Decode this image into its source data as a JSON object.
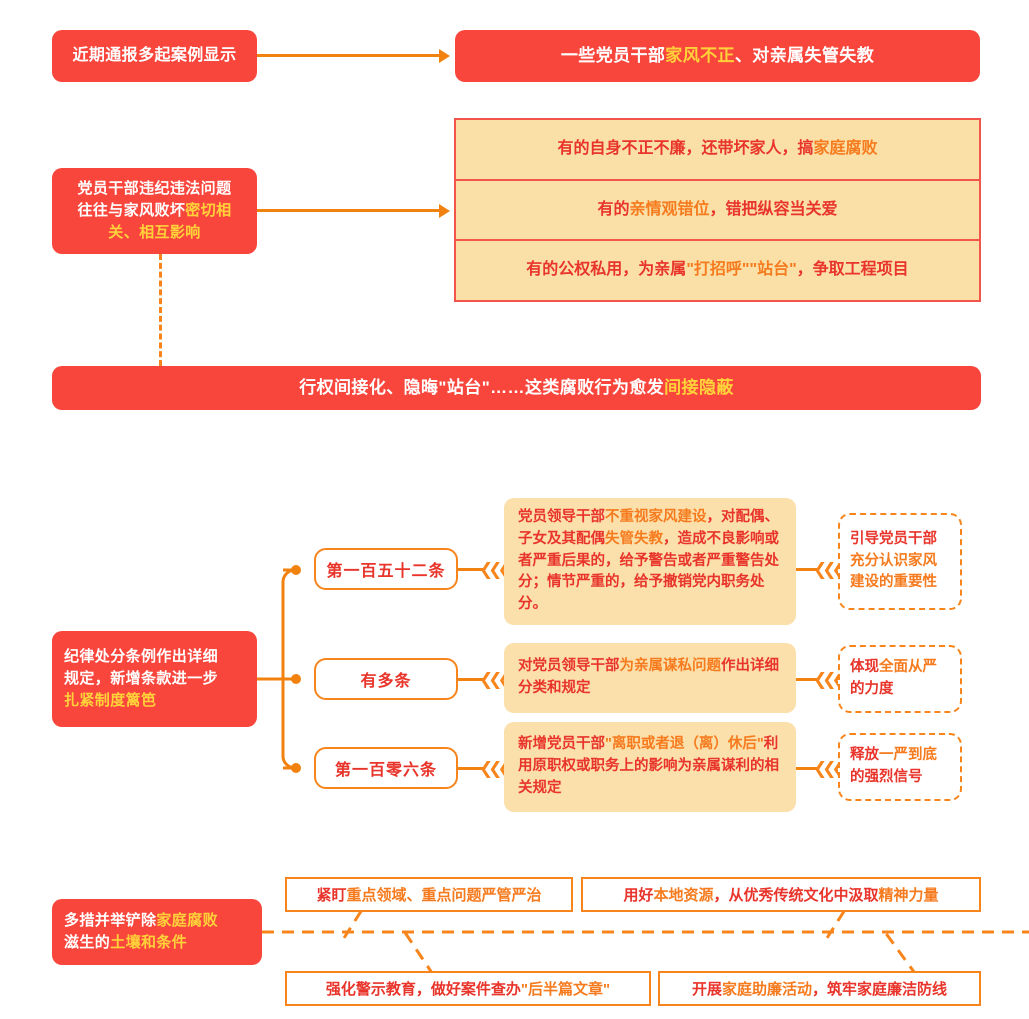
{
  "section1": {
    "source_box": {
      "text": "近期通报多起案例显示"
    },
    "target_box": {
      "pre": "一些党员干部",
      "highlight": "家风不正",
      "post": "、对亲属失管失教"
    }
  },
  "section2": {
    "source_box": {
      "line1": "党员干部违纪违法问题",
      "line2_pre": "往往与家风败坏",
      "line2_hl": "密切相",
      "line3_hl": "关、相互影响"
    },
    "rows": [
      {
        "pre": "有的自身不正不廉，还带坏家人，搞",
        "highlight": "家庭腐败",
        "post": ""
      },
      {
        "pre": "有的",
        "highlight": "亲情观错位",
        "post": "，错把纵容当关爱"
      },
      {
        "pre": "有的公权私用，为亲属",
        "highlight": "\"打招呼\"\"站台\"",
        "post": "，争取工程项目"
      }
    ]
  },
  "banner": {
    "pre": "行权间接化、隐晦\"站台\"……这类腐败行为愈发",
    "highlight": "间接隐蔽"
  },
  "section3": {
    "source_box": {
      "line1": "纪律处分条例作出详细",
      "line2": "规定，新增条款进一步",
      "line3_hl": "扎紧制度篱笆"
    },
    "branches": [
      {
        "label": "第一百五十二条",
        "detail": {
          "p1": "党员领导干部",
          "h1": "不重视家风建设",
          "p2": "，对配偶、子女及其配偶",
          "h2": "失管失教",
          "p3": "，造成不良影响或者严重后果的，给予警告或者严重警告处分；情节严重的，给予撤销党内职务处分。"
        },
        "outcome": {
          "p1": "引导党员干部",
          "h1": "充分认识家风建设的重要性"
        }
      },
      {
        "label": "有多条",
        "detail": {
          "p1": "对党员领导干部",
          "h1": "为亲属谋私问题",
          "p2": "作出详细分类和规定",
          "h2": "",
          "p3": ""
        },
        "outcome": {
          "p1": "体现",
          "h1": "全面从严",
          "p2": "的力度"
        }
      },
      {
        "label": "第一百零六条",
        "detail": {
          "p1": "新增党员干部",
          "h1": "\"离职或者退（离）休后\"",
          "p2": "利用原职权或职务上的影响为亲属谋利的相关规定",
          "h2": "",
          "p3": ""
        },
        "outcome": {
          "p1": "释放",
          "h1": "一严到底",
          "p2": "的强烈信号"
        }
      }
    ]
  },
  "section4": {
    "source_box": {
      "line1_pre": "多措并举铲除",
      "line1_hl": "家庭腐败",
      "line2_pre": "滋生的",
      "line2_hl": "土壤和条件"
    },
    "measures": [
      {
        "pre": "紧盯",
        "highlight": "重点领域、重点问题",
        "post": "严管严治",
        "post_hl": true
      },
      {
        "pre": "用好",
        "highlight": "本地资源",
        "post": "，从优秀传统文化中汲取",
        "post2": "精神力量"
      },
      {
        "pre": "强化警示教育，做好案件查办",
        "highlight": "\"后半篇文章\"",
        "post": ""
      },
      {
        "pre": "开展",
        "highlight": "家庭助廉活动",
        "post": "，筑牢家庭廉洁防线"
      }
    ]
  },
  "colors": {
    "red": "#f9463c",
    "deep_red": "#e8342a",
    "orange": "#f7851c",
    "yellow": "#ffd23a",
    "panel_bg": "#fae0a7",
    "peach": "#fbe0ab"
  }
}
